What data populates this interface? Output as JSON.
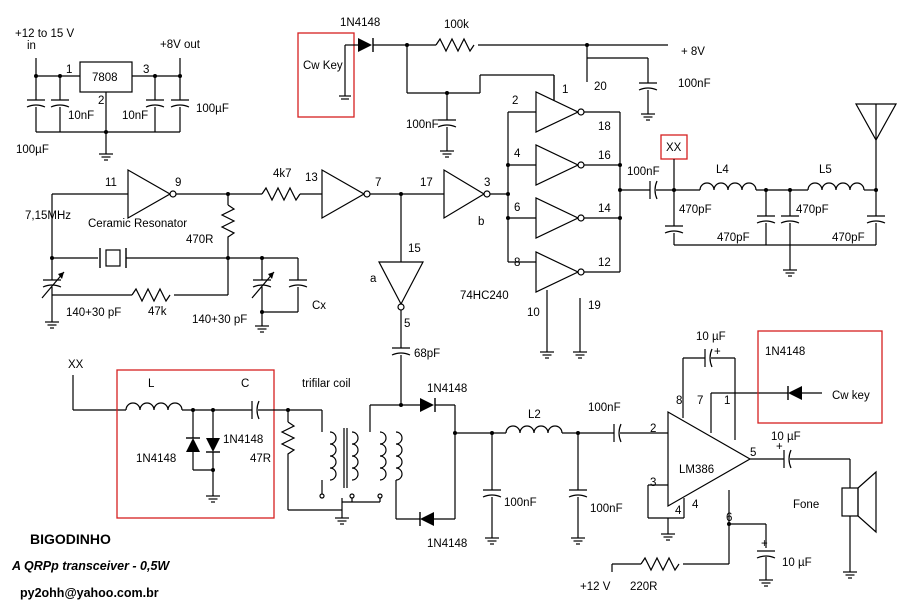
{
  "labels": {
    "supply_in": "+12 to 15 V",
    "in": "in",
    "out8": "+8V out",
    "reg": "7808",
    "reg_p1": "1",
    "reg_p2": "2",
    "reg_p3": "3",
    "c_10n_a": "10nF",
    "c_10n_b": "10nF",
    "c_100u_in": "100µF",
    "c_100u_out": "100µF",
    "cwkey_top": "Cw Key",
    "d_top": "1N4148",
    "r100k": "100k",
    "plus8": "+ 8V",
    "pin20": "20",
    "c100n_vcc": "100nF",
    "c100n_top": "100nF",
    "pin1": "1",
    "pin2": "2",
    "pin18": "18",
    "pin4": "4",
    "pin16": "16",
    "pin6": "6",
    "pin14": "14",
    "pin8": "8",
    "pin12": "12",
    "pin10": "10",
    "pin19": "19",
    "ic": "74HC240",
    "xtal_freq": "7,15MHz",
    "resonator": "Ceramic Resonator",
    "pin11": "11",
    "pin9": "9",
    "r470": "470R",
    "r4k7": "4k7",
    "pin13": "13",
    "pin7": "7",
    "pin17": "17",
    "pin3": "3",
    "b": "b",
    "a": "a",
    "pin15": "15",
    "pin5": "5",
    "c68p": "68pF",
    "trim1": "140+30 pF",
    "trim2": "140+30 pF",
    "r47k": "47k",
    "cx": "Cx",
    "xx_top": "XX",
    "c100n_out": "100nF",
    "l4": "L4",
    "l5": "L5",
    "c470_1": "470pF",
    "c470_2": "470pF",
    "c470_3": "470pF",
    "c470_4": "470pF",
    "xx_rx": "XX",
    "L": "L",
    "C": "C",
    "d_rx1": "1N4148",
    "d_rx2": "1N4148",
    "r47": "47R",
    "trifilar": "trifilar coil",
    "d_mix1": "1N4148",
    "d_mix2": "1N4148",
    "l2": "L2",
    "c100n_l2": "100nF",
    "c100n_mix": "100nF",
    "c100n_l2b": "100nF",
    "c10u_fb": "10 µF",
    "c10u_out": "10 µF",
    "c10u_dec": "10 µF",
    "lm386": "LM386",
    "lm_p2": "2",
    "lm_p3": "3",
    "lm_p4": "4",
    "lm_p5": "5",
    "lm_p6": "6",
    "lm_p7": "7",
    "lm_p8": "8",
    "lm_p1": "1",
    "lm_p4b": "4",
    "d_key": "1N4148",
    "cwkey_bottom": "Cw key",
    "fone": "Fone",
    "plus12": "+12 V",
    "r220": "220R"
  },
  "footer": {
    "title": "BIGODINHO",
    "subtitle": "A QRPp transceiver - 0,5W",
    "email": "py2ohh@yahoo.com.br"
  },
  "colors": {
    "wire": "#000000",
    "highlight_box": "#d62020",
    "background": "#ffffff"
  }
}
